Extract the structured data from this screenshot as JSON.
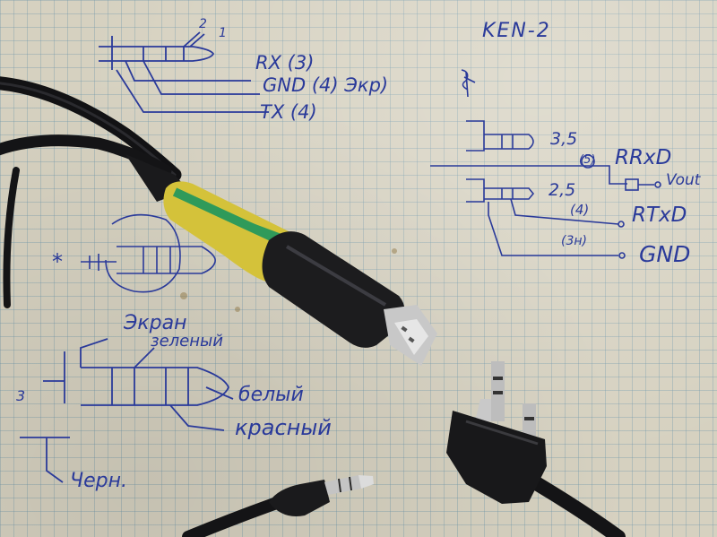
{
  "notes": {
    "title": "KEN-2",
    "pin_2": "2",
    "pin_1": "1",
    "rx": "RX (3)",
    "gnd": "GND (4) Экр)",
    "tx": "TX (4)",
    "plug_35": "3,5",
    "circle_5": "(5)",
    "rrxd": "RRxD",
    "vout": "Vout",
    "plug_25": "2,5",
    "circle_4": "(4)",
    "rtxd": "RTxD",
    "circle_3": "(3н)",
    "gnd_right": "GND",
    "star": "*",
    "ekran": "Экран",
    "zeleny": "зеленый",
    "bely": "белый",
    "krasny": "красный",
    "num_3": "3",
    "cherny": "Черн."
  },
  "colors": {
    "ink": "#2a3a9a",
    "paper": "#d6d1c0",
    "grid": "#6e96aa",
    "cable_black": "#1c1c1e",
    "tape_yellow": "#d4c23a",
    "tape_green": "#2f9a5a",
    "usb_metal": "#c8c8c8"
  }
}
